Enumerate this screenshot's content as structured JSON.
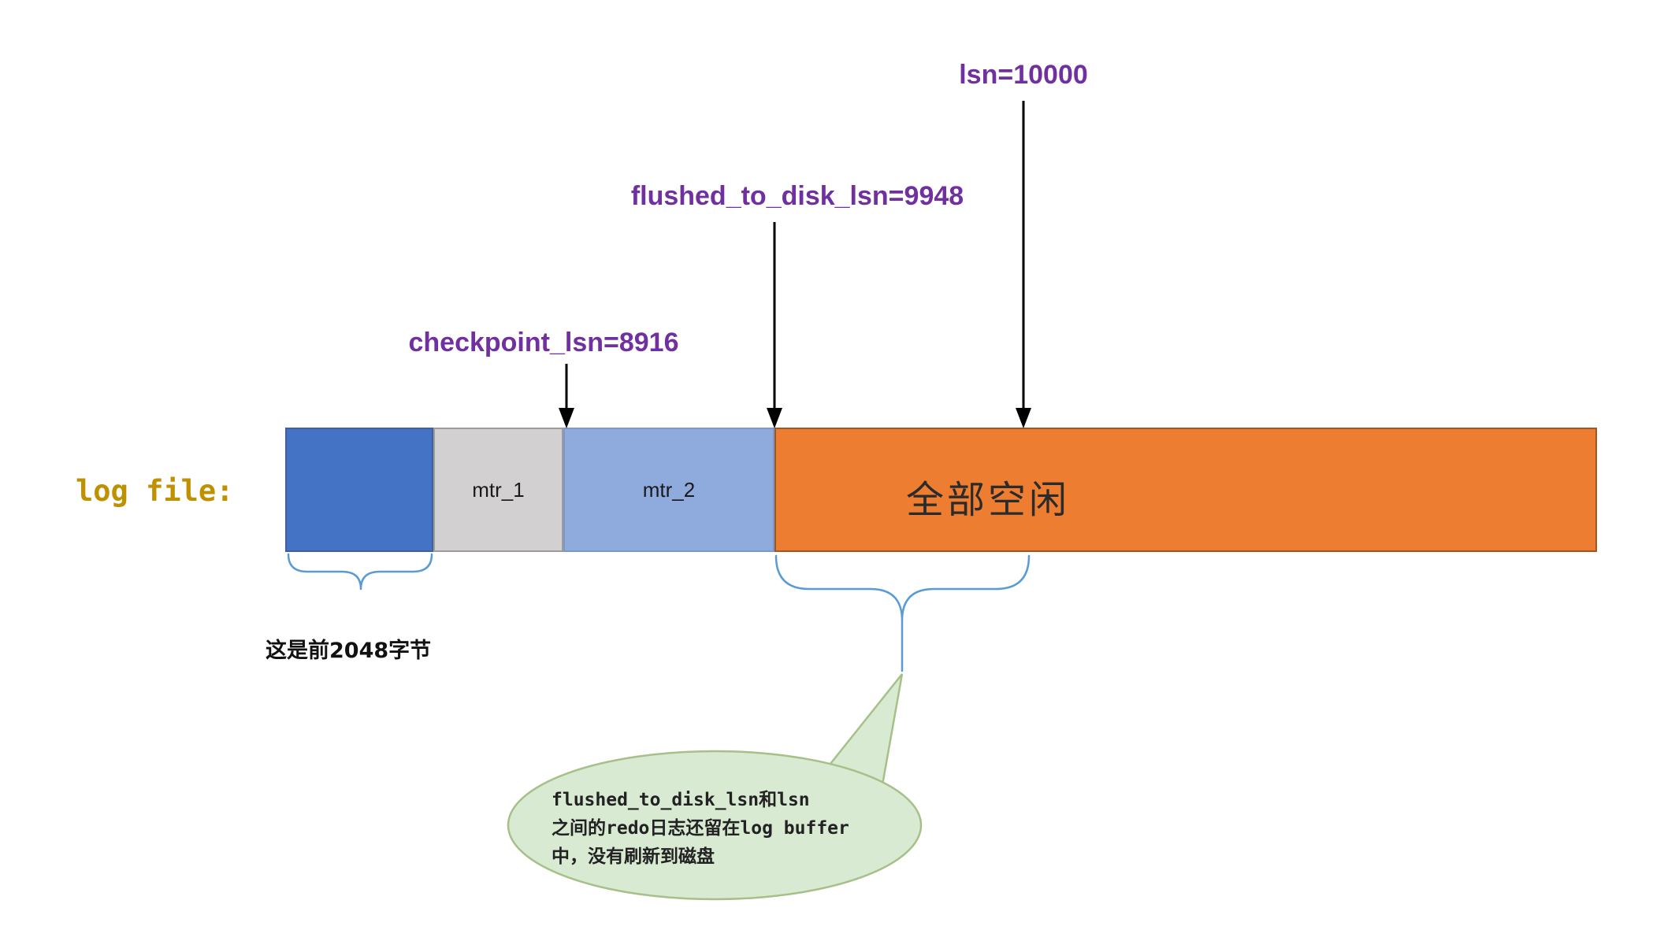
{
  "annotations": {
    "lsn": "lsn=10000",
    "flushed": "flushed_to_disk_lsn=9948",
    "checkpoint": "checkpoint_lsn=8916"
  },
  "bar": {
    "title": "log file:",
    "segments": [
      {
        "name": "header-2048",
        "label": "",
        "color": "#4472C4"
      },
      {
        "name": "mtr_1",
        "label": "mtr_1",
        "color": "#D2D0D0"
      },
      {
        "name": "mtr_2",
        "label": "mtr_2",
        "color": "#8FAADC"
      },
      {
        "name": "free",
        "label": "全部空闲",
        "color": "#ED7D31"
      }
    ]
  },
  "captions": {
    "first_bytes": "这是前2048字节"
  },
  "bubble": {
    "lines": {
      "0": "flushed_to_disk_lsn和lsn",
      "1": "之间的redo日志还留在log buffer",
      "2": "中，没有刷新到磁盘"
    },
    "fill_color": "#D9EAD3",
    "border_color": "#A6C08A"
  },
  "colors": {
    "annotation_text": "#7030A0",
    "arrow": "#000000",
    "brace": "#5B9BD5",
    "logfile_label": "#BF9000"
  }
}
